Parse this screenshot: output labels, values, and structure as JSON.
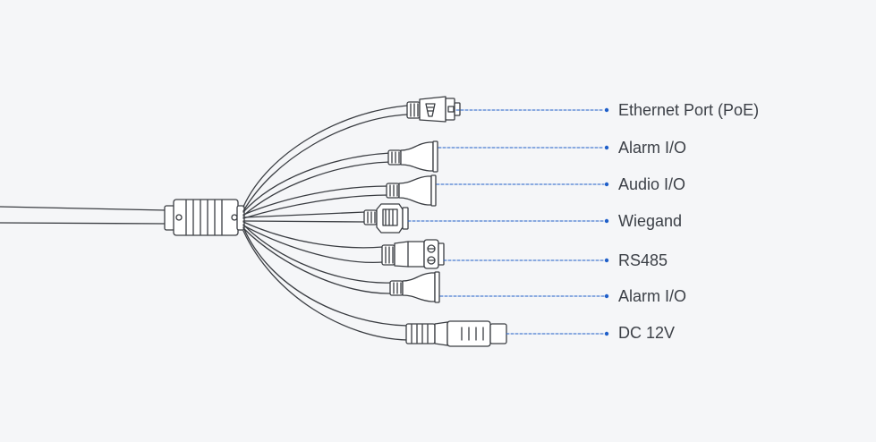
{
  "labels": [
    {
      "id": "ethernet",
      "text": "Ethernet Port (PoE)"
    },
    {
      "id": "alarm-1",
      "text": "Alarm I/O"
    },
    {
      "id": "audio",
      "text": "Audio I/O"
    },
    {
      "id": "wiegand",
      "text": "Wiegand"
    },
    {
      "id": "rs485",
      "text": "RS485"
    },
    {
      "id": "alarm-2",
      "text": "Alarm I/O"
    },
    {
      "id": "dc",
      "text": "DC 12V"
    }
  ],
  "colors": {
    "background": "#f5f6f8",
    "line": "#3a3d42",
    "connector_fill": "#ffffff",
    "leader": "#1f5fc9",
    "text": "#3c4047"
  }
}
